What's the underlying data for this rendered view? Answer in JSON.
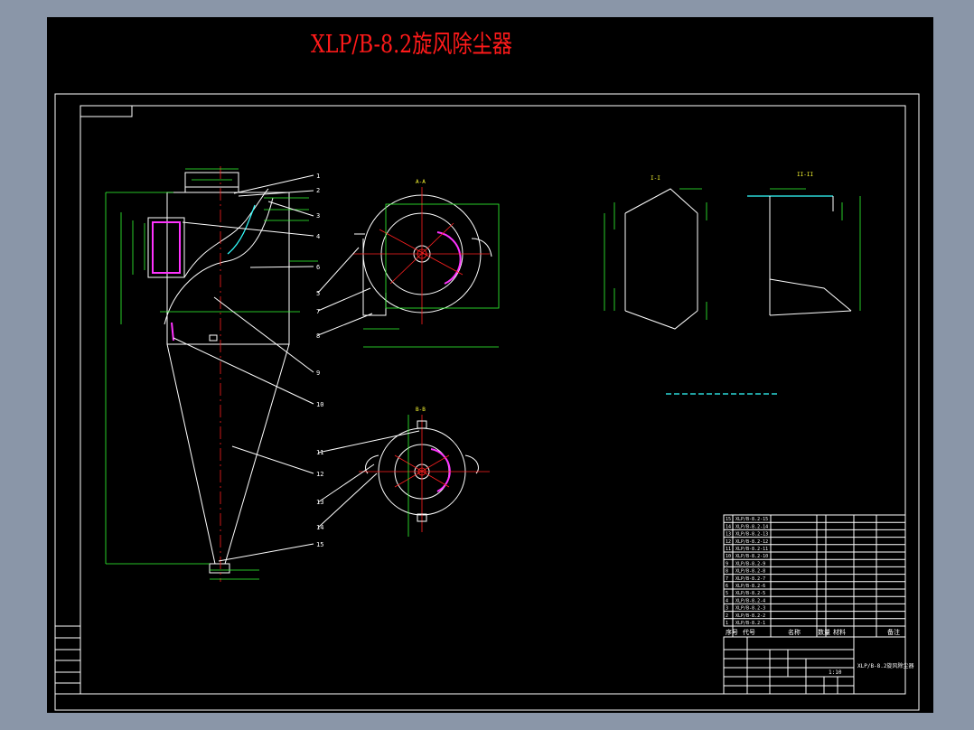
{
  "title": "XLP/B-8.2旋风除尘器",
  "parts_table": {
    "rows": [
      [
        "15",
        "XLP/B-8.2-15"
      ],
      [
        "14",
        "XLP/B-8.2-14"
      ],
      [
        "13",
        "XLP/B-8.2-13"
      ],
      [
        "12",
        "XLP/B-8.2-12"
      ],
      [
        "11",
        "XLP/B-8.2-11"
      ],
      [
        "10",
        "XLP/B-8.2-10"
      ],
      [
        "9",
        "XLP/B-8.2-9"
      ],
      [
        "8",
        "XLP/B-8.2-8"
      ],
      [
        "7",
        "XLP/B-8.2-7"
      ],
      [
        "6",
        "XLP/B-8.2-6"
      ],
      [
        "5",
        "XLP/B-8.2-5"
      ],
      [
        "4",
        "XLP/B-8.2-4"
      ],
      [
        "3",
        "XLP/B-8.2-3"
      ],
      [
        "2",
        "XLP/B-8.2-2"
      ],
      [
        "1",
        "XLP/B-8.2-1"
      ]
    ],
    "header": [
      "序号",
      "代号",
      "名称",
      "数量",
      "材料",
      "备注"
    ]
  },
  "callouts": [
    "1",
    "2",
    "3",
    "4",
    "5",
    "6",
    "7",
    "8",
    "9",
    "10",
    "11",
    "12",
    "13",
    "14",
    "15"
  ],
  "section_labels": [
    "A-A",
    "B-B",
    "I-I",
    "II-II"
  ],
  "title_block": {
    "drawing_name": "XLP/B-8.2旋风除尘器",
    "scale": "1:10"
  }
}
